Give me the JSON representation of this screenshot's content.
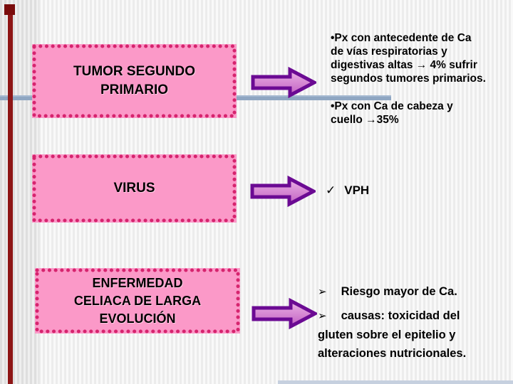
{
  "slide": {
    "boxes": [
      {
        "id": "tumor-segundo-primario",
        "lines": [
          "TUMOR SEGUNDO",
          "PRIMARIO"
        ]
      },
      {
        "id": "virus",
        "lines": [
          "VIRUS"
        ]
      },
      {
        "id": "enfermedad-celiaca",
        "lines": [
          "ENFERMEDAD",
          "CELIACA DE LARGA",
          "EVOLUCIÓN"
        ]
      }
    ],
    "notes": {
      "tumor": {
        "lines": [
          "•Px con antecedente de Ca",
          "de vías respiratorias y",
          "digestivas altas → 4% sufrir",
          "segundos tumores primarios."
        ]
      },
      "cabeza_cuello": {
        "lines": [
          "•Px con Ca de cabeza y",
          "cuello →35%"
        ]
      },
      "vph": {
        "bullet": "✓",
        "text": "VPH"
      },
      "riesgo": {
        "bullet": "➢",
        "text": "Riesgo mayor de Ca."
      },
      "causas": {
        "bullet": "➢",
        "lines": [
          "causas: toxicidad del",
          "gluten sobre el epitelio y",
          "alteraciones nutricionales."
        ]
      }
    },
    "icons": {
      "block_arrow": "right-block-arrow",
      "checkmark": "✓",
      "arrowhead_bullet": "➢",
      "dot_bullet": "•"
    },
    "colors": {
      "box_fill": "#FB99C8",
      "box_dots": "#D6246E",
      "arrow_outline": "#6B0A93",
      "arrow_fill_light": "#ECB3E6",
      "arrow_fill_dark": "#C160C1",
      "divider_blue": "#8FA6C2",
      "bottom_line": "#C6D0DF",
      "accent_red_bar": "#8E1616",
      "accent_red_square": "#7A0C0C",
      "text": "#000000"
    }
  }
}
